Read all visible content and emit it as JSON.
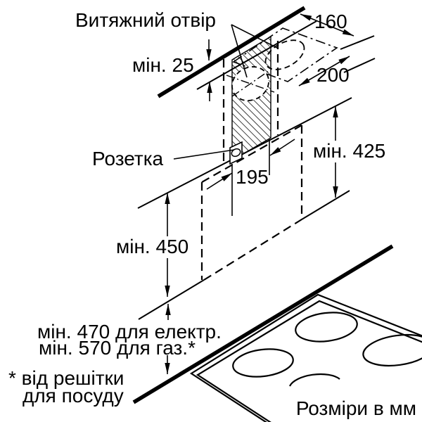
{
  "diagram": {
    "labels": {
      "exhaust_opening": "Витяжний отвір",
      "socket": "Розетка",
      "units": "Розміри в мм",
      "footnote_line1": "* від решітки",
      "footnote_line2": "для посуду"
    },
    "dimensions": {
      "ceiling_gap": "мін. 25",
      "duct_width": "160",
      "duct_depth": "200",
      "wall_section_height": "мін. 425",
      "socket_offset": "195",
      "hood_clearance": "мін. 450",
      "clearance_electric": "мін. 470 для електр.",
      "clearance_gas": "мін. 570 для газ.*"
    },
    "colors": {
      "ink": "#000000",
      "background": "#ffffff"
    }
  }
}
